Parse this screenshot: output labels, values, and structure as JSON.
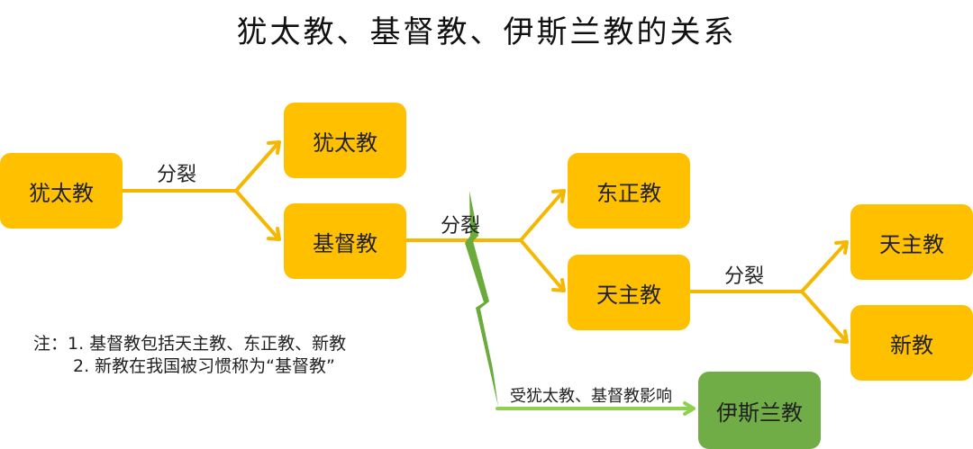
{
  "title": "犹太教、基督教、伊斯兰教的关系",
  "nodes": {
    "judaism_root": "犹太教",
    "judaism": "犹太教",
    "christianity": "基督教",
    "orthodox": "东正教",
    "catholic": "天主教",
    "catholic_2": "天主教",
    "protestant": "新教",
    "islam": "伊斯兰教"
  },
  "edge_labels": {
    "split_1": "分裂",
    "split_2": "分裂",
    "split_3": "分裂",
    "influence": "受犹太教、基督教影响"
  },
  "notes": {
    "prefix": "注：",
    "line1": "1. 基督教包括天主教、东正教、新教",
    "line2": "2. 新教在我国被习惯称为“基督教”"
  },
  "colors": {
    "node_yellow": "#ffc000",
    "node_green": "#70ad47",
    "line_yellow": "#f5b800",
    "line_green": "#8fd14f",
    "bolt_green": "#6aab3c"
  }
}
